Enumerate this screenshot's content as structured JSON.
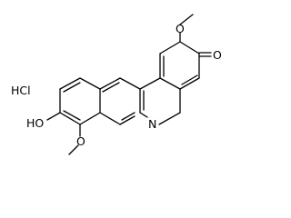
{
  "molecule": {
    "salt": "HCl",
    "atoms": {
      "o_top": "O",
      "ketone_o": "O",
      "n_ring": "N",
      "hydroxyl": "HO",
      "o_bottom": "O"
    }
  }
}
